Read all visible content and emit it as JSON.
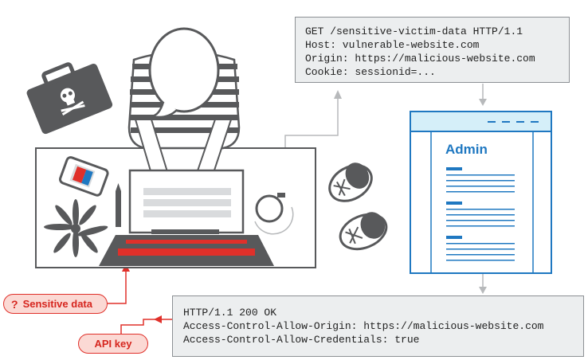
{
  "request": {
    "lines": [
      "GET /sensitive-victim-data HTTP/1.1",
      "Host: vulnerable-website.com",
      "Origin: https://malicious-website.com",
      "Cookie: sessionid=..."
    ]
  },
  "response": {
    "lines": [
      "HTTP/1.1 200 OK",
      "Access-Control-Allow-Origin: https://malicious-website.com",
      "Access-Control-Allow-Credentials: true"
    ]
  },
  "admin_page": {
    "title": "Admin"
  },
  "labels": {
    "sensitive_icon": "?",
    "sensitive_data": "Sensitive data",
    "api_key": "API key"
  },
  "icons": [
    "skull-icon",
    "phone-icon",
    "pen-icon",
    "plant-icon",
    "coffee-cup-icon",
    "sneaker-icon",
    "laptop-icon",
    "person-icon",
    "browser-window-icon"
  ],
  "colors": {
    "accent_red": "#e0302a",
    "admin_blue": "#1f78c1",
    "gray": "#58595b"
  }
}
